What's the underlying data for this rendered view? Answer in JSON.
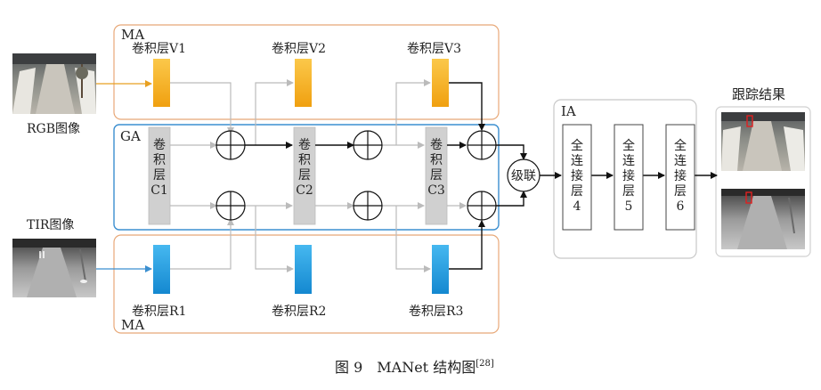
{
  "inputs": {
    "rgb_label": "RGB图像",
    "tir_label": "TIR图像"
  },
  "modules": {
    "ma_top_label": "MA",
    "ga_label": "GA",
    "ma_bottom_label": "MA",
    "ia_label": "IA"
  },
  "ma_layers_rgb": [
    "卷积层V1",
    "卷积层V2",
    "卷积层V3"
  ],
  "ma_layers_tir": [
    "卷积层R1",
    "卷积层R2",
    "卷积层R3"
  ],
  "ga_layers": [
    {
      "chars": [
        "卷",
        "积",
        "层",
        "C1"
      ]
    },
    {
      "chars": [
        "卷",
        "积",
        "层",
        "C2"
      ]
    },
    {
      "chars": [
        "卷",
        "积",
        "层",
        "C3"
      ]
    }
  ],
  "concat_label": "级联",
  "fc_layers": [
    {
      "chars": [
        "全",
        "连",
        "接",
        "层",
        "4"
      ]
    },
    {
      "chars": [
        "全",
        "连",
        "接",
        "层",
        "5"
      ]
    },
    {
      "chars": [
        "全",
        "连",
        "接",
        "层",
        "6"
      ]
    }
  ],
  "result_label": "跟踪结果",
  "caption": {
    "text": "图 9　MANet 结构图",
    "ref": "[28]"
  },
  "colors": {
    "ma_border": "#e8a878",
    "ga_border": "#3b8fd0",
    "ia_border": "#c8c8c8",
    "rgb_conv": "#f7b41c",
    "tir_conv": "#1e9be0",
    "ga_conv": "#d0d0d0",
    "rgb_arrow": "#e8a020",
    "tir_arrow": "#3b8fd0",
    "track_box": "#e02020"
  }
}
